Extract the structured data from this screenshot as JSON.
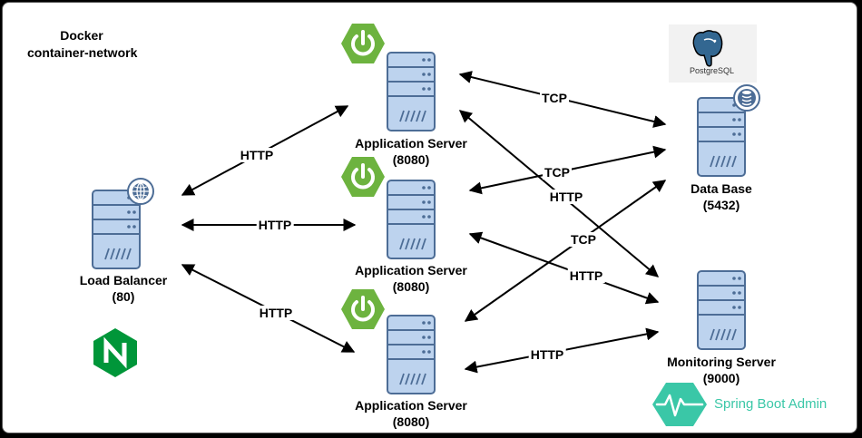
{
  "network_label": [
    "Docker",
    "container-network"
  ],
  "nodes": {
    "load_balancer": {
      "name": "Load Balancer",
      "port": "(80)"
    },
    "app_server_1": {
      "name": "Application Server",
      "port": "(8080)"
    },
    "app_server_2": {
      "name": "Application Server",
      "port": "(8080)"
    },
    "app_server_3": {
      "name": "Application Server",
      "port": "(8080)"
    },
    "database": {
      "name": "Data Base",
      "port": "(5432)"
    },
    "monitoring": {
      "name": "Monitoring Server",
      "port": "(9000)"
    }
  },
  "edges": [
    {
      "from": "load_balancer",
      "to": "app_server_1",
      "label": "HTTP"
    },
    {
      "from": "load_balancer",
      "to": "app_server_2",
      "label": "HTTP"
    },
    {
      "from": "load_balancer",
      "to": "app_server_3",
      "label": "HTTP"
    },
    {
      "from": "app_server_1",
      "to": "database",
      "label": "TCP"
    },
    {
      "from": "app_server_2",
      "to": "database",
      "label": "TCP"
    },
    {
      "from": "app_server_3",
      "to": "database",
      "label": "TCP"
    },
    {
      "from": "app_server_1",
      "to": "monitoring",
      "label": "HTTP"
    },
    {
      "from": "app_server_2",
      "to": "monitoring",
      "label": "HTTP"
    },
    {
      "from": "app_server_3",
      "to": "monitoring",
      "label": "HTTP"
    }
  ],
  "logos": {
    "postgres": "PostgreSQL",
    "spring_boot_admin": "Spring Boot Admin",
    "nginx": "N"
  },
  "icons": [
    "server-icon",
    "globe-icon",
    "database-icon",
    "spring-power-icon",
    "nginx-icon",
    "postgres-elephant-icon",
    "heartbeat-icon"
  ],
  "colors": {
    "server_fill": "#bdd3ee",
    "server_stroke": "#4d6d96",
    "spring_green": "#6db33f",
    "nginx_green": "#009639",
    "sba_teal": "#3ac7a7",
    "postgres_blue": "#336791"
  }
}
